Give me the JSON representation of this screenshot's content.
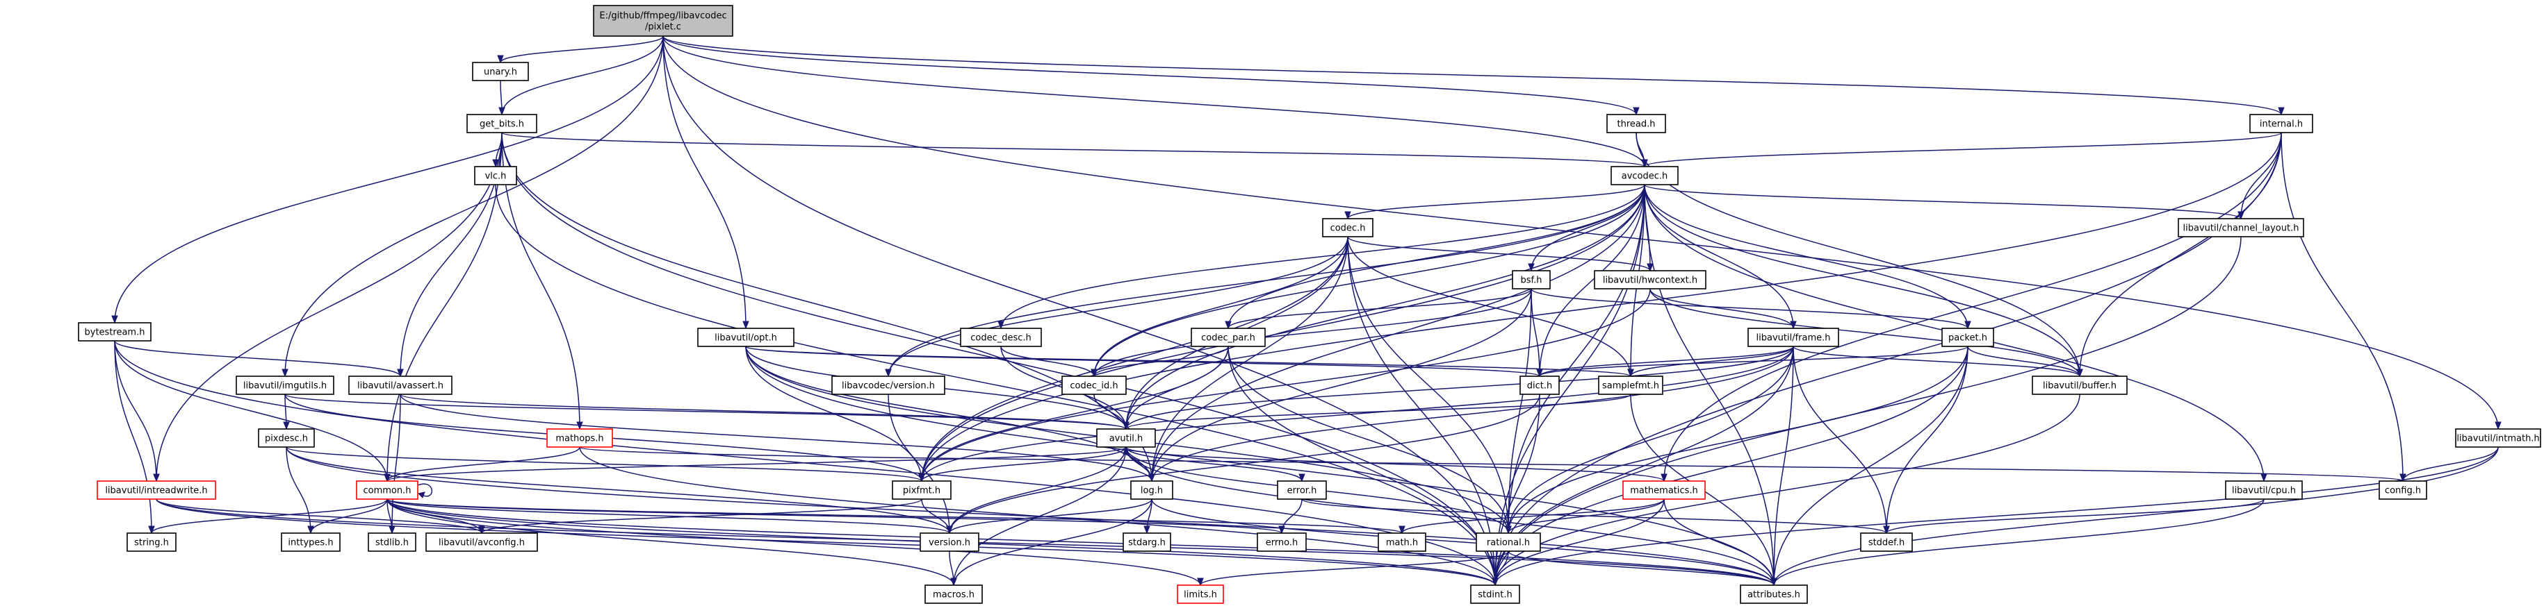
{
  "diagram": {
    "type": "include-dependency-graph",
    "colors": {
      "edge": "#191970",
      "node_border": "#000000",
      "root_fill": "#bfbfbf",
      "truncated_border": "#ff0000"
    },
    "nodes": [
      {
        "id": "pixlet",
        "lines": [
          "E:/github/ffmpeg/libavcodec",
          "/pixlet.c"
        ],
        "style": "root"
      },
      {
        "id": "unary",
        "lines": [
          "unary.h"
        ],
        "style": "normal"
      },
      {
        "id": "getbits",
        "lines": [
          "get_bits.h"
        ],
        "style": "normal"
      },
      {
        "id": "vlc",
        "lines": [
          "vlc.h"
        ],
        "style": "normal"
      },
      {
        "id": "thread",
        "lines": [
          "thread.h"
        ],
        "style": "normal"
      },
      {
        "id": "internal",
        "lines": [
          "internal.h"
        ],
        "style": "normal"
      },
      {
        "id": "avcodec",
        "lines": [
          "avcodec.h"
        ],
        "style": "normal"
      },
      {
        "id": "codec",
        "lines": [
          "codec.h"
        ],
        "style": "normal"
      },
      {
        "id": "chlayout",
        "lines": [
          "libavutil/channel_layout.h"
        ],
        "style": "normal"
      },
      {
        "id": "bsf",
        "lines": [
          "bsf.h"
        ],
        "style": "normal"
      },
      {
        "id": "hwcontext",
        "lines": [
          "libavutil/hwcontext.h"
        ],
        "style": "normal"
      },
      {
        "id": "bytestream",
        "lines": [
          "bytestream.h"
        ],
        "style": "normal"
      },
      {
        "id": "opt",
        "lines": [
          "libavutil/opt.h"
        ],
        "style": "normal"
      },
      {
        "id": "codecdesc",
        "lines": [
          "codec_desc.h"
        ],
        "style": "normal"
      },
      {
        "id": "codecpar",
        "lines": [
          "codec_par.h"
        ],
        "style": "normal"
      },
      {
        "id": "frame",
        "lines": [
          "libavutil/frame.h"
        ],
        "style": "normal"
      },
      {
        "id": "packet",
        "lines": [
          "packet.h"
        ],
        "style": "normal"
      },
      {
        "id": "imgutils",
        "lines": [
          "libavutil/imgutils.h"
        ],
        "style": "normal"
      },
      {
        "id": "avassert",
        "lines": [
          "libavutil/avassert.h"
        ],
        "style": "normal"
      },
      {
        "id": "lavcversion",
        "lines": [
          "libavcodec/version.h"
        ],
        "style": "normal"
      },
      {
        "id": "codecid",
        "lines": [
          "codec_id.h"
        ],
        "style": "normal"
      },
      {
        "id": "dict",
        "lines": [
          "dict.h"
        ],
        "style": "normal"
      },
      {
        "id": "samplefmt",
        "lines": [
          "samplefmt.h"
        ],
        "style": "normal"
      },
      {
        "id": "buffer",
        "lines": [
          "libavutil/buffer.h"
        ],
        "style": "normal"
      },
      {
        "id": "intmath",
        "lines": [
          "libavutil/intmath.h"
        ],
        "style": "normal"
      },
      {
        "id": "pixdesc",
        "lines": [
          "pixdesc.h"
        ],
        "style": "normal"
      },
      {
        "id": "mathops",
        "lines": [
          "mathops.h"
        ],
        "style": "truncated"
      },
      {
        "id": "avutil",
        "lines": [
          "avutil.h"
        ],
        "style": "normal"
      },
      {
        "id": "intreadwrite",
        "lines": [
          "libavutil/intreadwrite.h"
        ],
        "style": "truncated"
      },
      {
        "id": "common",
        "lines": [
          "common.h"
        ],
        "style": "truncated"
      },
      {
        "id": "pixfmt",
        "lines": [
          "pixfmt.h"
        ],
        "style": "normal"
      },
      {
        "id": "log",
        "lines": [
          "log.h"
        ],
        "style": "normal"
      },
      {
        "id": "error",
        "lines": [
          "error.h"
        ],
        "style": "normal"
      },
      {
        "id": "mathematics",
        "lines": [
          "mathematics.h"
        ],
        "style": "truncated"
      },
      {
        "id": "cpu",
        "lines": [
          "libavutil/cpu.h"
        ],
        "style": "normal"
      },
      {
        "id": "config",
        "lines": [
          "config.h"
        ],
        "style": "normal"
      },
      {
        "id": "stringh",
        "lines": [
          "string.h"
        ],
        "style": "normal"
      },
      {
        "id": "inttypes",
        "lines": [
          "inttypes.h"
        ],
        "style": "normal"
      },
      {
        "id": "stdlib",
        "lines": [
          "stdlib.h"
        ],
        "style": "normal"
      },
      {
        "id": "avconfig",
        "lines": [
          "libavutil/avconfig.h"
        ],
        "style": "normal"
      },
      {
        "id": "version",
        "lines": [
          "version.h"
        ],
        "style": "normal"
      },
      {
        "id": "stdarg",
        "lines": [
          "stdarg.h"
        ],
        "style": "normal"
      },
      {
        "id": "errno",
        "lines": [
          "errno.h"
        ],
        "style": "normal"
      },
      {
        "id": "mathh",
        "lines": [
          "math.h"
        ],
        "style": "normal"
      },
      {
        "id": "rational",
        "lines": [
          "rational.h"
        ],
        "style": "normal"
      },
      {
        "id": "stddef",
        "lines": [
          "stddef.h"
        ],
        "style": "normal"
      },
      {
        "id": "macros",
        "lines": [
          "macros.h"
        ],
        "style": "normal"
      },
      {
        "id": "limits",
        "lines": [
          "limits.h"
        ],
        "style": "truncated"
      },
      {
        "id": "stdint",
        "lines": [
          "stdint.h"
        ],
        "style": "normal"
      },
      {
        "id": "attributes",
        "lines": [
          "attributes.h"
        ],
        "style": "normal"
      }
    ],
    "edges": [
      [
        "pixlet",
        "unary"
      ],
      [
        "pixlet",
        "getbits"
      ],
      [
        "pixlet",
        "thread"
      ],
      [
        "pixlet",
        "internal"
      ],
      [
        "pixlet",
        "avcodec"
      ],
      [
        "pixlet",
        "bytestream"
      ],
      [
        "pixlet",
        "opt"
      ],
      [
        "pixlet",
        "imgutils"
      ],
      [
        "pixlet",
        "intmath"
      ],
      [
        "pixlet",
        "stdint"
      ],
      [
        "unary",
        "getbits"
      ],
      [
        "getbits",
        "vlc"
      ],
      [
        "getbits",
        "avcodec"
      ],
      [
        "getbits",
        "mathops"
      ],
      [
        "getbits",
        "avassert"
      ],
      [
        "getbits",
        "intreadwrite"
      ],
      [
        "getbits",
        "common"
      ],
      [
        "getbits",
        "log"
      ],
      [
        "getbits",
        "stdint"
      ],
      [
        "vlc",
        "stdint"
      ],
      [
        "thread",
        "avcodec"
      ],
      [
        "thread",
        "buffer"
      ],
      [
        "internal",
        "avcodec"
      ],
      [
        "internal",
        "chlayout"
      ],
      [
        "internal",
        "buffer"
      ],
      [
        "internal",
        "pixfmt"
      ],
      [
        "internal",
        "mathematics"
      ],
      [
        "internal",
        "config"
      ],
      [
        "internal",
        "stdint"
      ],
      [
        "avcodec",
        "codec"
      ],
      [
        "avcodec",
        "chlayout"
      ],
      [
        "avcodec",
        "bsf"
      ],
      [
        "avcodec",
        "hwcontext"
      ],
      [
        "avcodec",
        "codecdesc"
      ],
      [
        "avcodec",
        "codecpar"
      ],
      [
        "avcodec",
        "frame"
      ],
      [
        "avcodec",
        "packet"
      ],
      [
        "avcodec",
        "lavcversion"
      ],
      [
        "avcodec",
        "codecid"
      ],
      [
        "avcodec",
        "dict"
      ],
      [
        "avcodec",
        "samplefmt"
      ],
      [
        "avcodec",
        "buffer"
      ],
      [
        "avcodec",
        "avutil"
      ],
      [
        "avcodec",
        "cpu"
      ],
      [
        "avcodec",
        "log"
      ],
      [
        "avcodec",
        "pixfmt"
      ],
      [
        "avcodec",
        "rational"
      ],
      [
        "avcodec",
        "attributes"
      ],
      [
        "avcodec",
        "stdint"
      ],
      [
        "codec",
        "hwcontext"
      ],
      [
        "codec",
        "lavcversion"
      ],
      [
        "codec",
        "codecid"
      ],
      [
        "codec",
        "samplefmt"
      ],
      [
        "codec",
        "avutil"
      ],
      [
        "codec",
        "log"
      ],
      [
        "codec",
        "pixfmt"
      ],
      [
        "codec",
        "rational"
      ],
      [
        "codec",
        "stdint"
      ],
      [
        "chlayout",
        "stdint"
      ],
      [
        "bsf",
        "codecpar"
      ],
      [
        "bsf",
        "codecid"
      ],
      [
        "bsf",
        "dict"
      ],
      [
        "bsf",
        "packet"
      ],
      [
        "bsf",
        "log"
      ],
      [
        "bsf",
        "rational"
      ],
      [
        "hwcontext",
        "frame"
      ],
      [
        "hwcontext",
        "buffer"
      ],
      [
        "hwcontext",
        "pixfmt"
      ],
      [
        "bytestream",
        "avassert"
      ],
      [
        "bytestream",
        "intreadwrite"
      ],
      [
        "bytestream",
        "common"
      ],
      [
        "bytestream",
        "stringh"
      ],
      [
        "bytestream",
        "stdint"
      ],
      [
        "opt",
        "dict"
      ],
      [
        "opt",
        "samplefmt"
      ],
      [
        "opt",
        "avutil"
      ],
      [
        "opt",
        "log"
      ],
      [
        "opt",
        "pixfmt"
      ],
      [
        "opt",
        "rational"
      ],
      [
        "opt",
        "attributes"
      ],
      [
        "codecdesc",
        "codecid"
      ],
      [
        "codecdesc",
        "avutil"
      ],
      [
        "codecpar",
        "codecid"
      ],
      [
        "codecpar",
        "avutil"
      ],
      [
        "codecpar",
        "pixfmt"
      ],
      [
        "codecpar",
        "rational"
      ],
      [
        "codecpar",
        "stdint"
      ],
      [
        "frame",
        "dict"
      ],
      [
        "frame",
        "samplefmt"
      ],
      [
        "frame",
        "buffer"
      ],
      [
        "frame",
        "avutil"
      ],
      [
        "frame",
        "log"
      ],
      [
        "frame",
        "pixfmt"
      ],
      [
        "frame",
        "rational"
      ],
      [
        "frame",
        "attributes"
      ],
      [
        "frame",
        "stddef"
      ],
      [
        "frame",
        "stdint"
      ],
      [
        "packet",
        "dict"
      ],
      [
        "packet",
        "buffer"
      ],
      [
        "packet",
        "rational"
      ],
      [
        "packet",
        "attributes"
      ],
      [
        "packet",
        "stddef"
      ],
      [
        "packet",
        "stdint"
      ],
      [
        "imgutils",
        "pixdesc"
      ],
      [
        "imgutils",
        "avutil"
      ],
      [
        "imgutils",
        "pixfmt"
      ],
      [
        "avassert",
        "avutil"
      ],
      [
        "avassert",
        "log"
      ],
      [
        "avassert",
        "stdlib"
      ],
      [
        "lavcversion",
        "version"
      ],
      [
        "codecid",
        "avutil"
      ],
      [
        "dict",
        "stdint"
      ],
      [
        "dict",
        "version"
      ],
      [
        "samplefmt",
        "avutil"
      ],
      [
        "samplefmt",
        "attributes"
      ],
      [
        "buffer",
        "stdint"
      ],
      [
        "intmath",
        "config"
      ],
      [
        "intmath",
        "attributes"
      ],
      [
        "intmath",
        "stdint"
      ],
      [
        "pixdesc",
        "version"
      ],
      [
        "pixdesc",
        "pixfmt"
      ],
      [
        "pixdesc",
        "inttypes"
      ],
      [
        "pixdesc",
        "attributes"
      ],
      [
        "mathops",
        "common"
      ],
      [
        "mathops",
        "config"
      ],
      [
        "mathops",
        "stdint"
      ],
      [
        "avutil",
        "common"
      ],
      [
        "avutil",
        "error"
      ],
      [
        "avutil",
        "mathematics"
      ],
      [
        "avutil",
        "log"
      ],
      [
        "avutil",
        "pixfmt"
      ],
      [
        "avutil",
        "rational"
      ],
      [
        "avutil",
        "version"
      ],
      [
        "avutil",
        "macros"
      ],
      [
        "avutil",
        "attributes"
      ],
      [
        "intreadwrite",
        "avconfig"
      ],
      [
        "intreadwrite",
        "stdint"
      ],
      [
        "intreadwrite",
        "attributes"
      ],
      [
        "common",
        "common"
      ],
      [
        "common",
        "stringh"
      ],
      [
        "common",
        "inttypes"
      ],
      [
        "common",
        "stdlib"
      ],
      [
        "common",
        "avconfig"
      ],
      [
        "common",
        "errno"
      ],
      [
        "common",
        "mathh"
      ],
      [
        "common",
        "version"
      ],
      [
        "common",
        "macros"
      ],
      [
        "common",
        "limits"
      ],
      [
        "common",
        "stdint"
      ],
      [
        "common",
        "attributes"
      ],
      [
        "pixfmt",
        "version"
      ],
      [
        "pixfmt",
        "avconfig"
      ],
      [
        "log",
        "avutil"
      ],
      [
        "log",
        "version"
      ],
      [
        "log",
        "macros"
      ],
      [
        "log",
        "stdarg"
      ],
      [
        "log",
        "attributes"
      ],
      [
        "error",
        "errno"
      ],
      [
        "error",
        "stddef"
      ],
      [
        "mathematics",
        "rational"
      ],
      [
        "mathematics",
        "mathh"
      ],
      [
        "mathematics",
        "stdint"
      ],
      [
        "mathematics",
        "attributes"
      ],
      [
        "cpu",
        "attributes"
      ],
      [
        "cpu",
        "stddef"
      ],
      [
        "version",
        "macros"
      ],
      [
        "rational",
        "stdint"
      ],
      [
        "rational",
        "limits"
      ],
      [
        "rational",
        "attributes"
      ]
    ]
  }
}
